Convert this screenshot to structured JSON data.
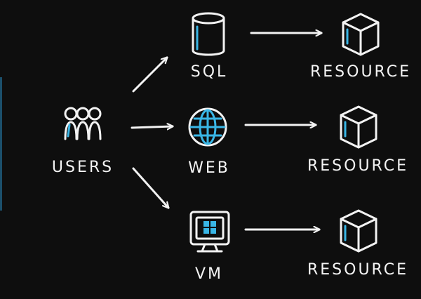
{
  "nodes": {
    "users": {
      "label": "USERS",
      "icon": "users-icon"
    },
    "sql": {
      "label": "SQL",
      "icon": "database-icon"
    },
    "web": {
      "label": "WEB",
      "icon": "globe-icon"
    },
    "vm": {
      "label": "VM",
      "icon": "monitor-windows-icon"
    },
    "resource_top": {
      "label": "RESOURCE",
      "icon": "cube-icon"
    },
    "resource_middle": {
      "label": "RESOURCE",
      "icon": "cube-icon"
    },
    "resource_bottom": {
      "label": "RESOURCE",
      "icon": "cube-icon"
    }
  },
  "edges": [
    {
      "from": "users",
      "to": "sql"
    },
    {
      "from": "users",
      "to": "web"
    },
    {
      "from": "users",
      "to": "vm"
    },
    {
      "from": "sql",
      "to": "resource_top"
    },
    {
      "from": "web",
      "to": "resource_middle"
    },
    {
      "from": "vm",
      "to": "resource_bottom"
    }
  ],
  "colors": {
    "background": "#0e0e0e",
    "ink": "#f2f2f2",
    "accent": "#39b6e6"
  }
}
